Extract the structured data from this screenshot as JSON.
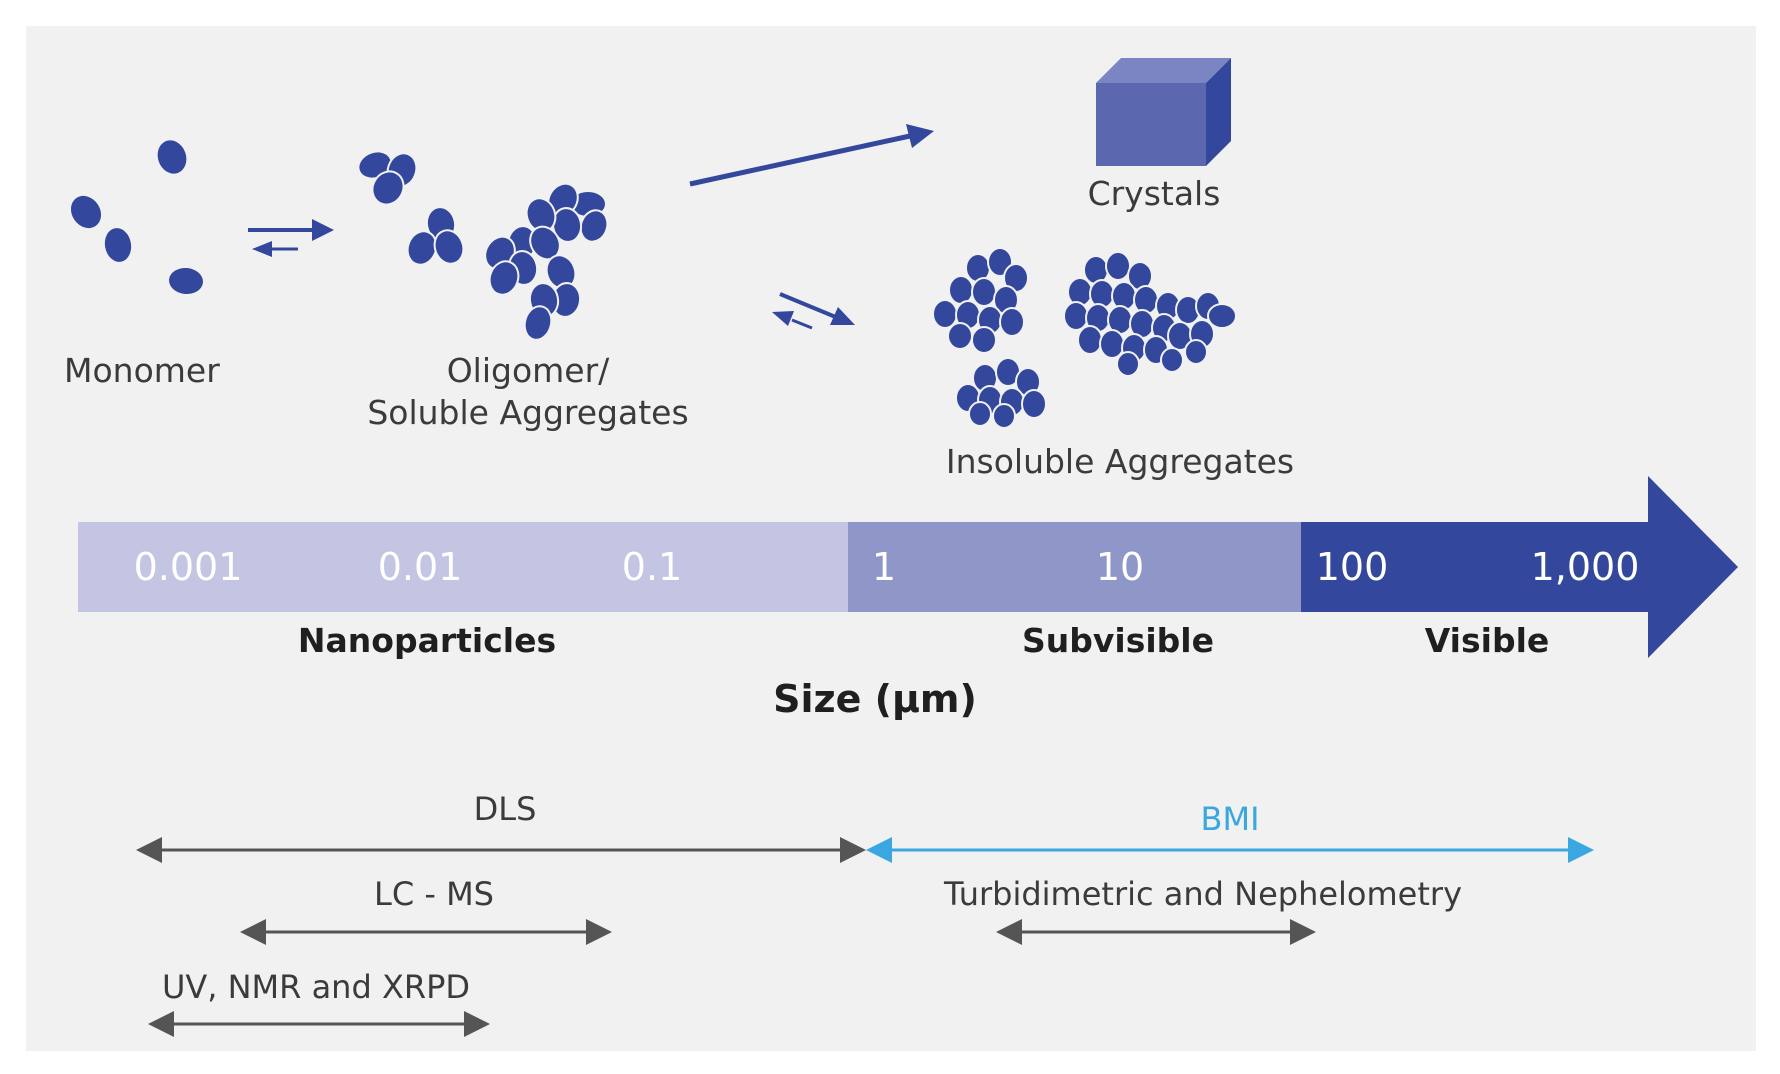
{
  "species": {
    "monomer": "Monomer",
    "oligomer_line1": "Oligomer/",
    "oligomer_line2": "Soluble Aggregates",
    "crystals": "Crystals",
    "insoluble": "Insoluble Aggregates"
  },
  "scale": {
    "ticks": [
      "0.001",
      "0.01",
      "0.1",
      "1",
      "10",
      "100",
      "1,000"
    ],
    "regions": [
      "Nanoparticles",
      "Subvisible",
      "Visible"
    ],
    "axis_title": "Size (µm)"
  },
  "techniques": {
    "dls": "DLS",
    "bmi": "BMI",
    "lcms": "LC - MS",
    "turbid": "Turbidimetric and Nephelometry",
    "uv": "UV, NMR and XRPD"
  },
  "colors": {
    "particle": "#33479c",
    "bar_light": "#c3c5e3",
    "bar_mid": "#8f97c9",
    "bar_dark": "#33479c",
    "bmi_accent": "#3aa7e0",
    "arrow_gray": "#555555",
    "panel": "#f1f1f1"
  }
}
